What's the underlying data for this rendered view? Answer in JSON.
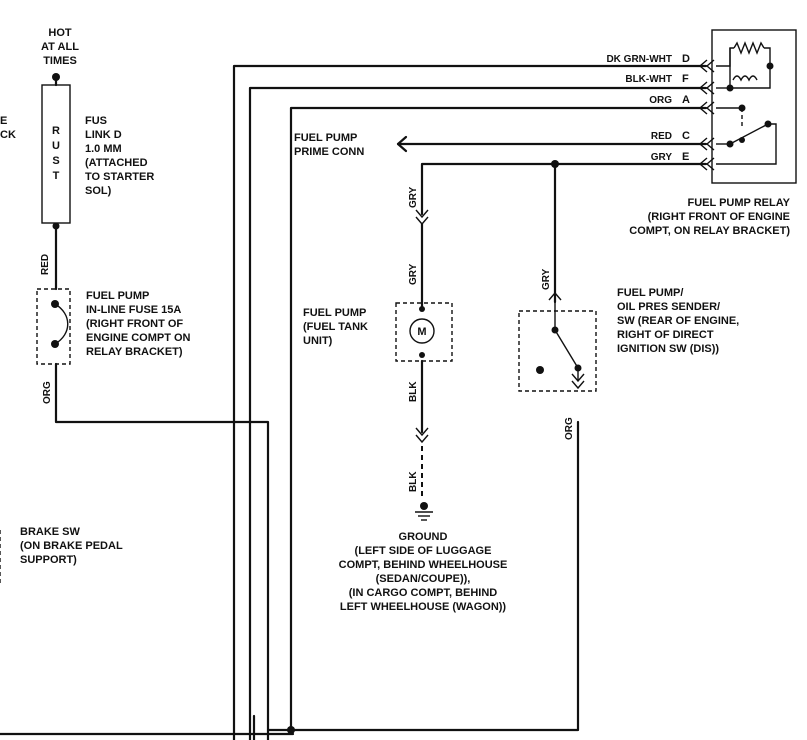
{
  "hot_label": [
    "HOT",
    "AT ALL",
    "TIMES"
  ],
  "left_cut_label": [
    "E",
    "CK"
  ],
  "fusible_link": {
    "box_text": [
      "R",
      "U",
      "S",
      "T"
    ],
    "label": [
      "FUS",
      "LINK D",
      "1.0 MM",
      "(ATTACHED",
      "TO STARTER",
      "SOL)"
    ]
  },
  "wire_red_left": "RED",
  "inline_fuse_label": [
    "FUEL PUMP",
    "IN-LINE FUSE 15A",
    "(RIGHT FRONT OF",
    "ENGINE COMPT ON",
    "RELAY BRACKET)"
  ],
  "wire_org_left": "ORG",
  "brake_sw_label": [
    "BRAKE SW",
    "(ON BRAKE PEDAL",
    "SUPPORT)"
  ],
  "prime_conn_label": [
    "FUEL PUMP",
    "PRIME CONN"
  ],
  "relay_pins": [
    {
      "wire": "DK GRN-WHT",
      "pin": "D"
    },
    {
      "wire": "BLK-WHT",
      "pin": "F"
    },
    {
      "wire": "ORG",
      "pin": "A"
    },
    {
      "wire": "RED",
      "pin": "C"
    },
    {
      "wire": "GRY",
      "pin": "E"
    }
  ],
  "relay_label": [
    "FUEL PUMP RELAY",
    "(RIGHT FRONT OF ENGINE",
    "COMPT, ON RELAY BRACKET)"
  ],
  "pump_label": [
    "FUEL PUMP",
    "(FUEL TANK",
    "UNIT)"
  ],
  "motor_symbol": "M",
  "wire_gry_upper": "GRY",
  "wire_gry_mid": "GRY",
  "wire_blk_mid": "BLK",
  "wire_blk_lower": "BLK",
  "wire_gry_sender": "GRY",
  "wire_org_sender": "ORG",
  "sender_label": [
    "FUEL PUMP/",
    "OIL PRES SENDER/",
    "SW (REAR OF ENGINE,",
    "RIGHT OF DIRECT",
    "IGNITION SW (DIS))"
  ],
  "ground_label": [
    "GROUND",
    "(LEFT SIDE OF LUGGAGE",
    "COMPT, BEHIND WHEELHOUSE",
    "(SEDAN/COUPE)),",
    "(IN CARGO COMPT, BEHIND",
    "LEFT WHEELHOUSE (WAGON))"
  ]
}
